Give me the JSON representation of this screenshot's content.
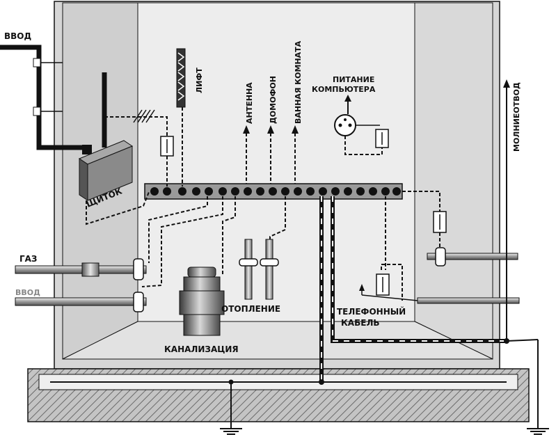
{
  "labels": {
    "vvod_top": "ВВОД",
    "vvod_bottom": "ВВОД",
    "gaz": "ГАЗ",
    "shchitok": "ЩИТОК",
    "lift": "ЛИФТ",
    "antenna": "АНТЕННА",
    "domofon": "ДОМОФОН",
    "vannaya": "ВАННАЯ КОМНАТА",
    "pitanie_1": "ПИТАНИЕ",
    "pitanie_2": "КОМПЬЮТЕРА",
    "molnieotvod": "МОЛНИЕОТВОД",
    "otoplenie": "ОТОПЛЕНИЕ",
    "kanalizatsiya": "КАНАЛИЗАЦИЯ",
    "telefon_1": "ТЕЛЕФОННЫЙ",
    "telefon_2": "КАБЕЛЬ"
  },
  "colors": {
    "wall_side": "#d0d0d0",
    "wall_back": "#ececec",
    "floor": "#e4e4e4",
    "bus_bar": "#9a9a9a",
    "panel": "#8c8c8c",
    "foundation": "#b8b8b8",
    "line": "#111111"
  }
}
